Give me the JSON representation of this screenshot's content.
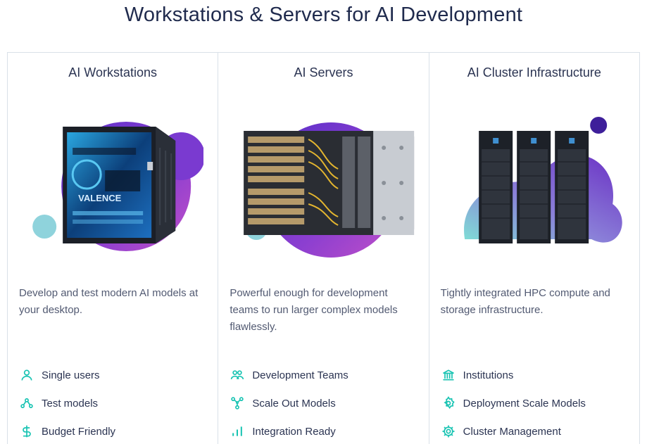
{
  "page": {
    "title": "Workstations & Servers for AI Development"
  },
  "colors": {
    "accent": "#17c3b2",
    "title": "#1f2a4d",
    "blob_purple": "#6a35c8",
    "blob_teal": "#7fd3da"
  },
  "cards": [
    {
      "title": "AI Workstations",
      "image_label": "VALENCE",
      "description": "Develop and test modern AI models at your desktop.",
      "features": [
        {
          "icon": "user-icon",
          "label": "Single users"
        },
        {
          "icon": "nodes-icon",
          "label": "Test models"
        },
        {
          "icon": "dollar-icon",
          "label": "Budget Friendly"
        }
      ]
    },
    {
      "title": "AI Servers",
      "description": "Powerful enough for development teams to run larger complex models flawlessly.",
      "features": [
        {
          "icon": "team-icon",
          "label": "Development Teams"
        },
        {
          "icon": "network-icon",
          "label": "Scale Out Models"
        },
        {
          "icon": "bars-chart-icon",
          "label": "Integration Ready"
        }
      ]
    },
    {
      "title": "AI Cluster Infrastructure",
      "description": "Tightly integrated HPC compute and storage infrastructure.",
      "features": [
        {
          "icon": "institution-icon",
          "label": "Institutions"
        },
        {
          "icon": "gear-icon",
          "label": "Deployment Scale Models"
        },
        {
          "icon": "cog-icon",
          "label": "Cluster Management"
        }
      ]
    }
  ]
}
